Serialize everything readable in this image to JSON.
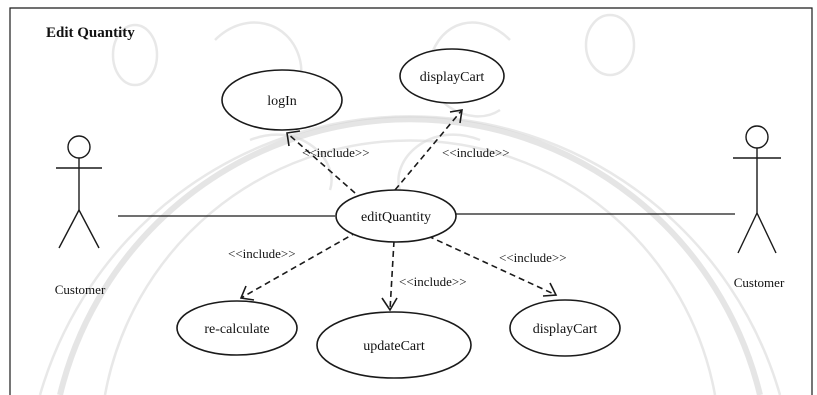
{
  "diagram": {
    "title": "Edit Quantity",
    "actors": [
      {
        "id": "customer-left",
        "label": "Customer"
      },
      {
        "id": "customer-right",
        "label": "Customer"
      }
    ],
    "use_cases": [
      {
        "id": "login",
        "label": "logIn"
      },
      {
        "id": "displaycart-top",
        "label": "displayCart"
      },
      {
        "id": "editquantity",
        "label": "editQuantity"
      },
      {
        "id": "recalculate",
        "label": "re-calculate"
      },
      {
        "id": "updatecart",
        "label": "updateCart"
      },
      {
        "id": "displaycart-bottom",
        "label": "displayCart"
      }
    ],
    "associations": [
      {
        "from": "customer-left",
        "to": "editquantity"
      },
      {
        "from": "customer-right",
        "to": "editquantity"
      }
    ],
    "includes": [
      {
        "from": "editquantity",
        "to": "login",
        "label": "<<include>>"
      },
      {
        "from": "editquantity",
        "to": "displaycart-top",
        "label": "<<include>>"
      },
      {
        "from": "editquantity",
        "to": "recalculate",
        "label": "<<include>>"
      },
      {
        "from": "editquantity",
        "to": "updatecart",
        "label": "<<include>>"
      },
      {
        "from": "editquantity",
        "to": "displaycart-bottom",
        "label": "<<include>>"
      }
    ]
  }
}
